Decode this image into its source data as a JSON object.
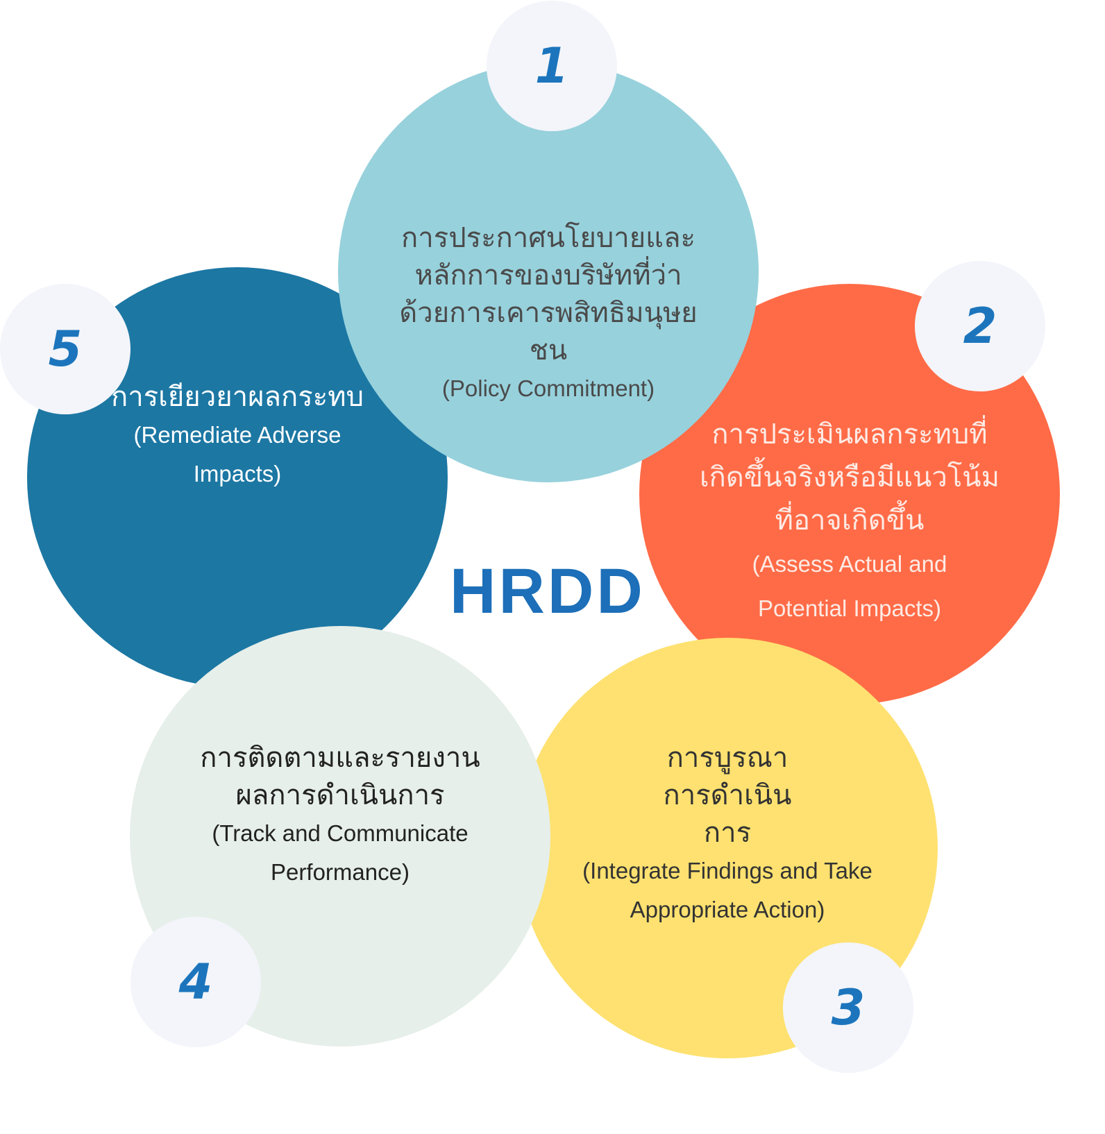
{
  "center_label": "HRDD",
  "colors": {
    "step1": "#97D1DC",
    "step2": "#FF6B47",
    "step3": "#FEE170",
    "step4": "#E6EFEA",
    "step5": "#1C77A3",
    "badge": "#F3F5FA",
    "accent": "#1C75BC"
  },
  "steps": [
    {
      "number": "1",
      "thai": "การประกาศนโยบายและหลักการของบริษัทที่ว่าด้วยการเคารพสิทธิมนุษยชน",
      "english": "(Policy Commitment)"
    },
    {
      "number": "2",
      "thai": "การประเมินผลกระทบที่เกิดขึ้นจริงหรือมีแนวโน้มที่อาจเกิดขึ้น",
      "english": "(Assess Actual and Potential Impacts)"
    },
    {
      "number": "3",
      "thai": "การบูรณาการดำเนินการ",
      "english": "(Integrate Findings and Take Appropriate Action)"
    },
    {
      "number": "4",
      "thai": "การติดตามและรายงานผลการดำเนินการ",
      "english": "(Track and Communicate Performance)"
    },
    {
      "number": "5",
      "thai": "การเยียวยาผลกระทบ",
      "english": "(Remediate Adverse Impacts)"
    }
  ]
}
